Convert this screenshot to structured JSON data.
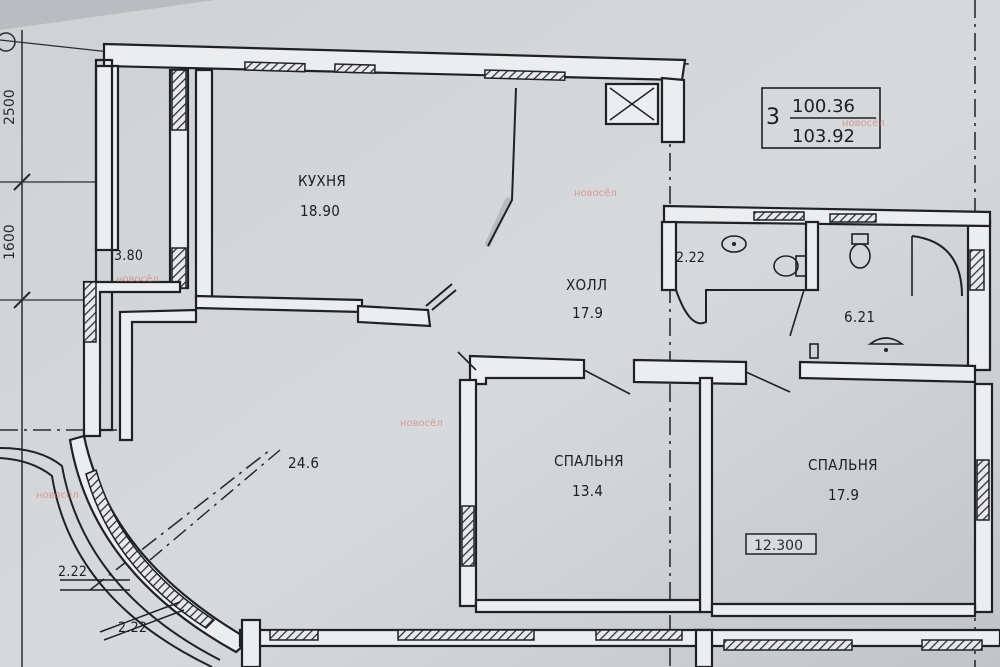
{
  "plan": {
    "apartment_badge": {
      "rooms": "3",
      "area_living": "100.36",
      "area_total": "103.92"
    },
    "dimensions": {
      "top": "2500",
      "middle": "1600"
    },
    "marker": "12.300",
    "watermark": "новосёл"
  },
  "rooms": {
    "kitchen": {
      "name": "КУХНЯ",
      "area": "18.90"
    },
    "hall": {
      "name": "ХОЛЛ",
      "area": "17.9"
    },
    "storage": {
      "area": "3.80"
    },
    "living": {
      "area": "24.6"
    },
    "wc": {
      "area": "2.22"
    },
    "bath": {
      "area": "6.21"
    },
    "bedroom1": {
      "name": "СПАЛЬНЯ",
      "area": "13.4"
    },
    "bedroom2": {
      "name": "СПАЛЬНЯ",
      "area": "17.9"
    },
    "balcony_a": {
      "area": "2.22"
    },
    "balcony_b": {
      "area": "2.22"
    }
  }
}
